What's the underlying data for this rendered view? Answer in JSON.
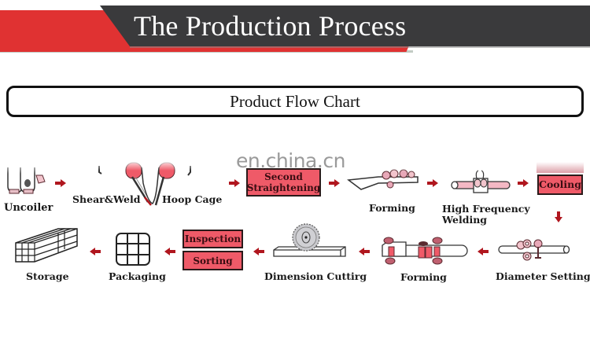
{
  "header": {
    "title": "The Production Process",
    "colors": {
      "red_band": "#e03232",
      "dark_band": "#3a3a3c",
      "title_text": "#ffffff"
    }
  },
  "section": {
    "title": "Product Flow Chart"
  },
  "watermark": "en.china.cn",
  "colors": {
    "step_box_fill": "#ef5a68",
    "step_box_border": "#2a1a1a",
    "arrow": "#b0161e",
    "pink_part": "#e8788a"
  },
  "flow": {
    "row1": [
      {
        "id": "uncoiler",
        "label": "Uncoiler",
        "icon": "uncoiler-icon"
      },
      {
        "id": "shear-weld",
        "label": "Shear&Weld",
        "icon": "shear-weld-icon"
      },
      {
        "id": "hoop-cage",
        "label": "Hoop Cage",
        "icon": "hoop-cage-icon"
      },
      {
        "id": "second-straightening",
        "label_lines": [
          "Second",
          "Straightening"
        ],
        "boxed": true
      },
      {
        "id": "forming-1",
        "label": "Forming",
        "icon": "forming-rollers-icon"
      },
      {
        "id": "hf-welding",
        "label_lines": [
          "High Frequency",
          "Welding"
        ],
        "icon": "welding-icon"
      },
      {
        "id": "cooling",
        "label": "Cooling",
        "boxed": true
      }
    ],
    "row2": [
      {
        "id": "diameter-setting",
        "label": "Diameter Setting",
        "icon": "diameter-rollers-icon"
      },
      {
        "id": "forming-2",
        "label": "Forming",
        "icon": "square-forming-icon"
      },
      {
        "id": "dimension-cutting",
        "label": "Dimension Cuttirg",
        "icon": "saw-blade-icon"
      },
      {
        "id": "inspection",
        "label": "Inspection",
        "boxed": true
      },
      {
        "id": "sorting",
        "label": "Sorting",
        "boxed": true
      },
      {
        "id": "packaging",
        "label": "Packaging",
        "icon": "package-grid-icon"
      },
      {
        "id": "storage",
        "label": "Storage",
        "icon": "pipe-bundle-icon"
      }
    ],
    "arrows": {
      "row1_direction": "right",
      "turn_direction": "down",
      "row2_direction": "left"
    }
  }
}
